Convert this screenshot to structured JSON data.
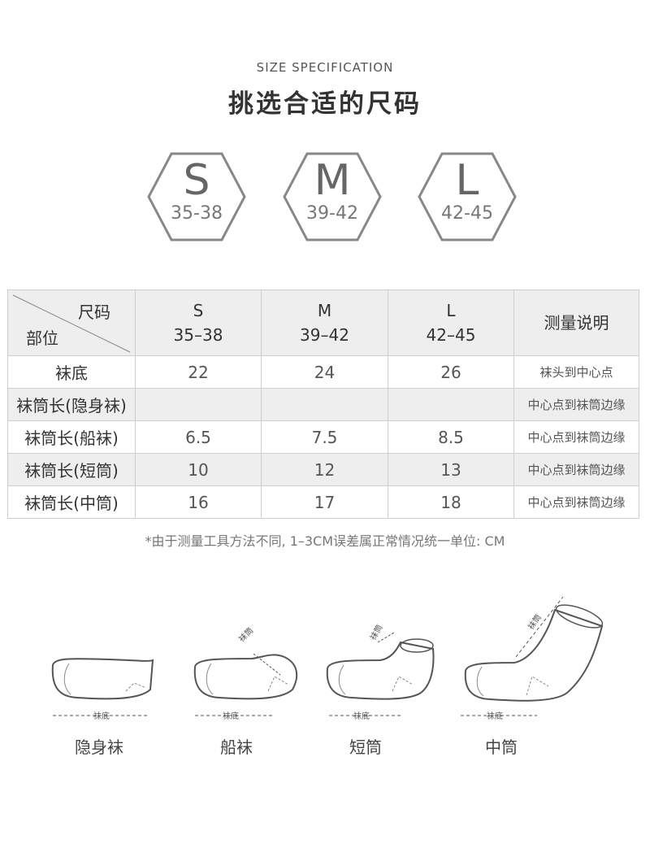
{
  "header": {
    "subtitle": "SIZE SPECIFICATION",
    "title": "挑选合适的尺码"
  },
  "sizes": [
    {
      "letter": "S",
      "range": "35-38"
    },
    {
      "letter": "M",
      "range": "39-42"
    },
    {
      "letter": "L",
      "range": "42-45"
    }
  ],
  "table": {
    "corner_size": "尺码",
    "corner_part": "部位",
    "head_cols": [
      {
        "letter": "S",
        "range": "35–38"
      },
      {
        "letter": "M",
        "range": "39–42"
      },
      {
        "letter": "L",
        "range": "42–45"
      }
    ],
    "note_header": "测量说明",
    "rows": [
      {
        "label": "袜底",
        "values": [
          "22",
          "24",
          "26"
        ],
        "note": "袜头到中心点"
      },
      {
        "label": "袜筒长(隐身袜)",
        "values": [
          "",
          "",
          ""
        ],
        "note": "中心点到袜筒边缘"
      },
      {
        "label": "袜筒长(船袜)",
        "values": [
          "6.5",
          "7.5",
          "8.5"
        ],
        "note": "中心点到袜筒边缘"
      },
      {
        "label": "袜筒长(短筒)",
        "values": [
          "10",
          "12",
          "13"
        ],
        "note": "中心点到袜筒边缘"
      },
      {
        "label": "袜筒长(中筒)",
        "values": [
          "16",
          "17",
          "18"
        ],
        "note": "中心点到袜筒边缘"
      }
    ]
  },
  "footnote": "*由于测量工具方法不同, 1–3CM误差属正常情况统一单位: CM",
  "socks": [
    {
      "name": "隐身袜",
      "sole_label": "袜底",
      "tube_label": ""
    },
    {
      "name": "船袜",
      "sole_label": "袜底",
      "tube_label": "袜筒"
    },
    {
      "name": "短筒",
      "sole_label": "袜底",
      "tube_label": "袜筒"
    },
    {
      "name": "中筒",
      "sole_label": "袜底",
      "tube_label": "袜筒"
    }
  ],
  "colors": {
    "hex_stroke": "#888888",
    "table_header_bg": "#eeeeee",
    "text": "#333333"
  }
}
